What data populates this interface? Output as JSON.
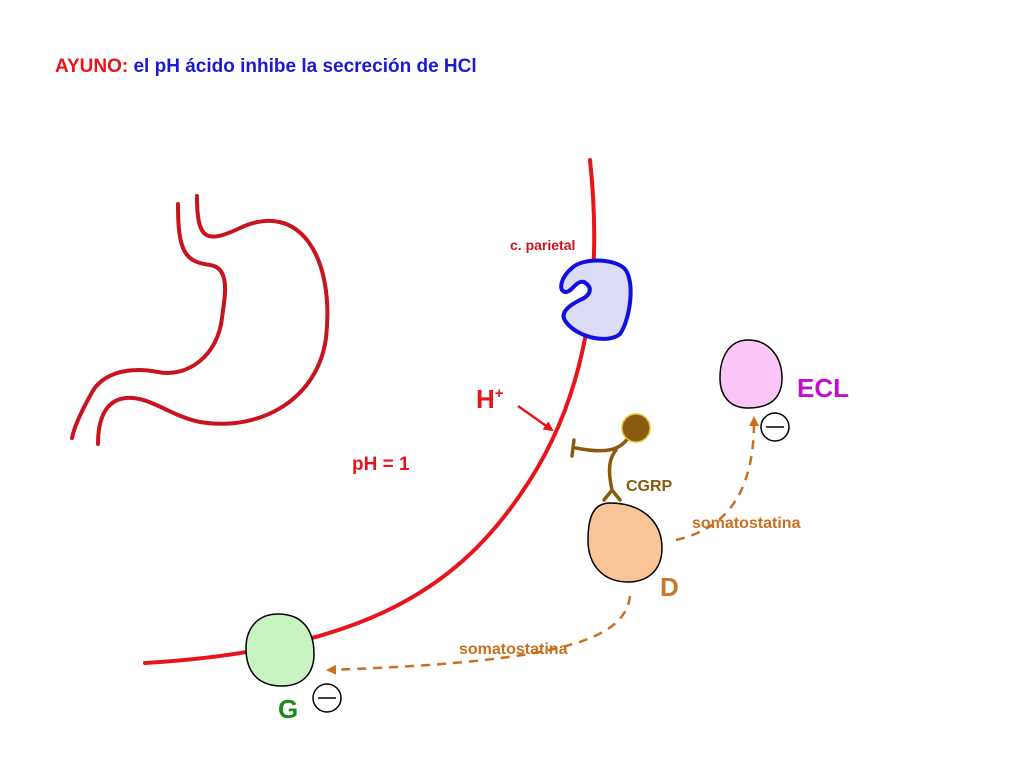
{
  "title": {
    "prefix": "AYUNO:",
    "rest": " el pH ácido inhibe la secreción de HCl"
  },
  "labels": {
    "parietal": "c. parietal",
    "h_ion": "H",
    "h_ion_sup": "+",
    "ph": "pH = 1",
    "cgrp": "CGRP",
    "somatostatin_ecl": "somatostatina",
    "somatostatin_g": "somatostatina",
    "ecl": "ECL",
    "d": "D",
    "g": "G"
  },
  "colors": {
    "title_prefix": "#e8141c",
    "title_rest": "#1a1ad0",
    "stomach": "#c8141e",
    "mucosa": "#e8141c",
    "parietal_fill": "#dcdcf6",
    "parietal_stroke": "#1010e0",
    "ecl_fill": "#fbc6f6",
    "ecl_label": "#c010c8",
    "d_fill": "#f8c498",
    "d_label": "#c8782a",
    "g_fill": "#c8f4c2",
    "g_label": "#1a8a1a",
    "neuron": "#8a5a10",
    "somatostatin": "#c87020",
    "ph_label": "#e8141c"
  },
  "icons": [
    "inhibition-minus-icon",
    "neuron-ball-icon",
    "receptor-y-icon"
  ]
}
